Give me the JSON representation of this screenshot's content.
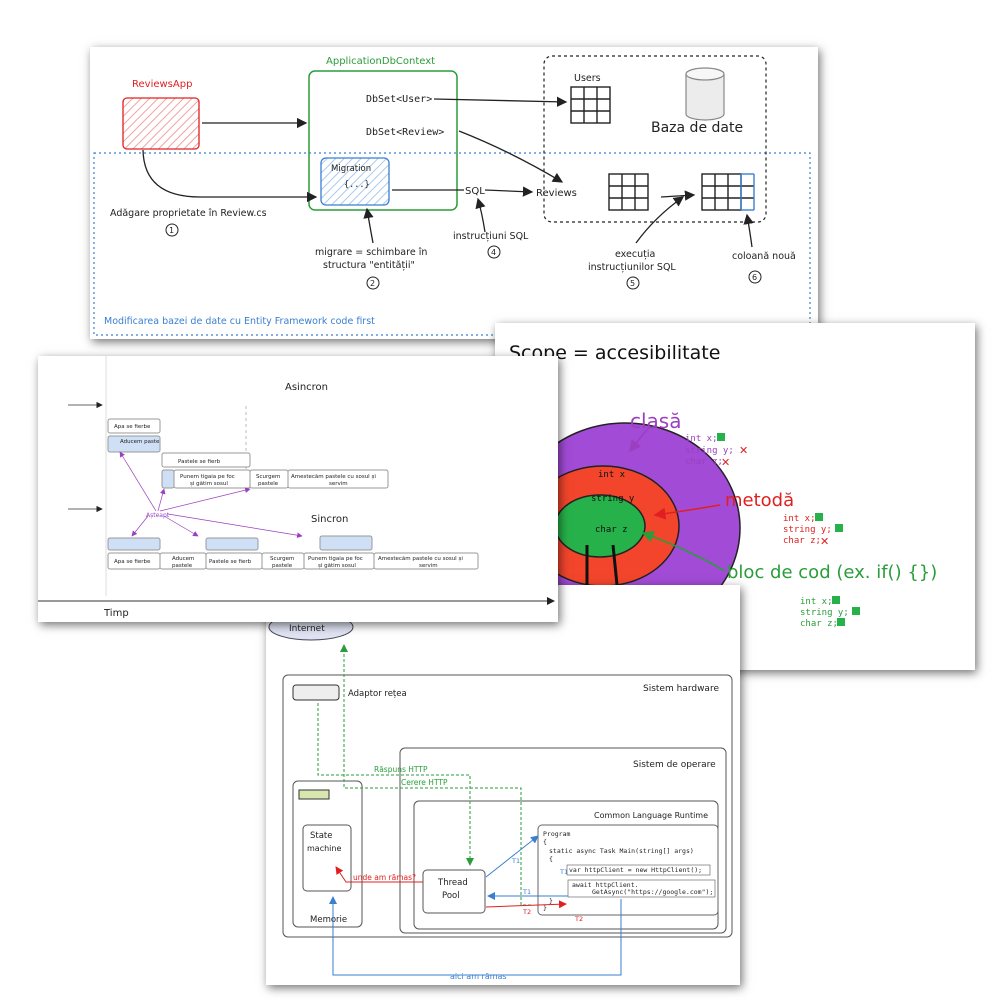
{
  "ef": {
    "reviews_app": "ReviewsApp",
    "context_title": "ApplicationDbContext",
    "dbset_user": "DbSet<User>",
    "dbset_review": "DbSet<Review>",
    "migration": "Migration",
    "migration_body": "{...}",
    "users": "Users",
    "database": "Baza de date",
    "reviews": "Reviews",
    "sql": "SQL",
    "step1": "Adăgare proprietate în Review.cs",
    "step2_line1": "migrare = schimbare în",
    "step2_line2": "structura \"entității\"",
    "step4": "instrucțiuni SQL",
    "step5_line1": "execuția",
    "step5_line2": "instrucțiunilor SQL",
    "step6": "coloană nouă",
    "n1": "1",
    "n2": "2",
    "n4": "4",
    "n5": "5",
    "n6": "6",
    "footer": "Modificarea bazei de date cu Entity Framework code first"
  },
  "scope": {
    "title": "Scope = accesibilitate",
    "clasa": "clasă",
    "metoda": "metodă",
    "bloc": "bloc de cod (ex. if() {})",
    "ring_outer": "int x",
    "ring_mid": "string y",
    "ring_inner": "char z",
    "l1a": "int x;",
    "l1b": "string y;",
    "l1c": "char z;",
    "l2a": "int x;",
    "l2b": "string y;",
    "l2c": "char z;",
    "l3a": "int x;",
    "l3b": "string y;",
    "l3c": "char z;"
  },
  "async": {
    "asincron": "Asincron",
    "sincron": "Sincron",
    "timp": "Timp",
    "asteapta": "Așteapt",
    "a_apa": "Apa se fierbe",
    "a_aducem": "Aducem paste",
    "a_paste": "Pastele se fierb",
    "a_punem1": "Punem tigaia pe foc",
    "a_punem2": "și gătim sosul",
    "a_scurgem1": "Scurgem",
    "a_scurgem2": "pastele",
    "a_amestec1": "Amestecăm pastele cu sosul și",
    "a_amestec2": "servim",
    "s_apa": "Apa se fierbe",
    "s_aducem1": "Aducem",
    "s_aducem2": "pastele",
    "s_paste": "Pastele se fierb",
    "s_scurgem1": "Scurgem",
    "s_scurgem2": "pastele",
    "s_punem1": "Punem tigaia pe foc",
    "s_punem2": "și gătim sosul",
    "s_amestec1": "Amestecăm pastele cu sosul și",
    "s_amestec2": "servim"
  },
  "sys": {
    "internet": "Internet",
    "adaptor": "Adaptor rețea",
    "hardware": "Sistem hardware",
    "os": "Sistem de operare",
    "raspuns": "Răspuns HTTP",
    "cerere": "Cerere HTTP",
    "clr": "Common Language Runtime",
    "state1": "State",
    "state2": "machine",
    "memorie": "Memorie",
    "unde": "unde am rămas?",
    "thread1": "Thread",
    "thread2": "Pool",
    "t1a": "T1",
    "t1b": "T1",
    "t1c": "T1",
    "t2a": "T2",
    "t2b": "T2",
    "code1": "Program",
    "code2": "{",
    "code3": "static async Task Main(string[] args)",
    "code4": "{",
    "code5": "var httpClient = new HttpClient();",
    "code6": "await httpClient.",
    "code7": "GetAsync(\"https://google.com\");",
    "code8": "}",
    "code9": "}",
    "aici": "aici am rămas"
  }
}
